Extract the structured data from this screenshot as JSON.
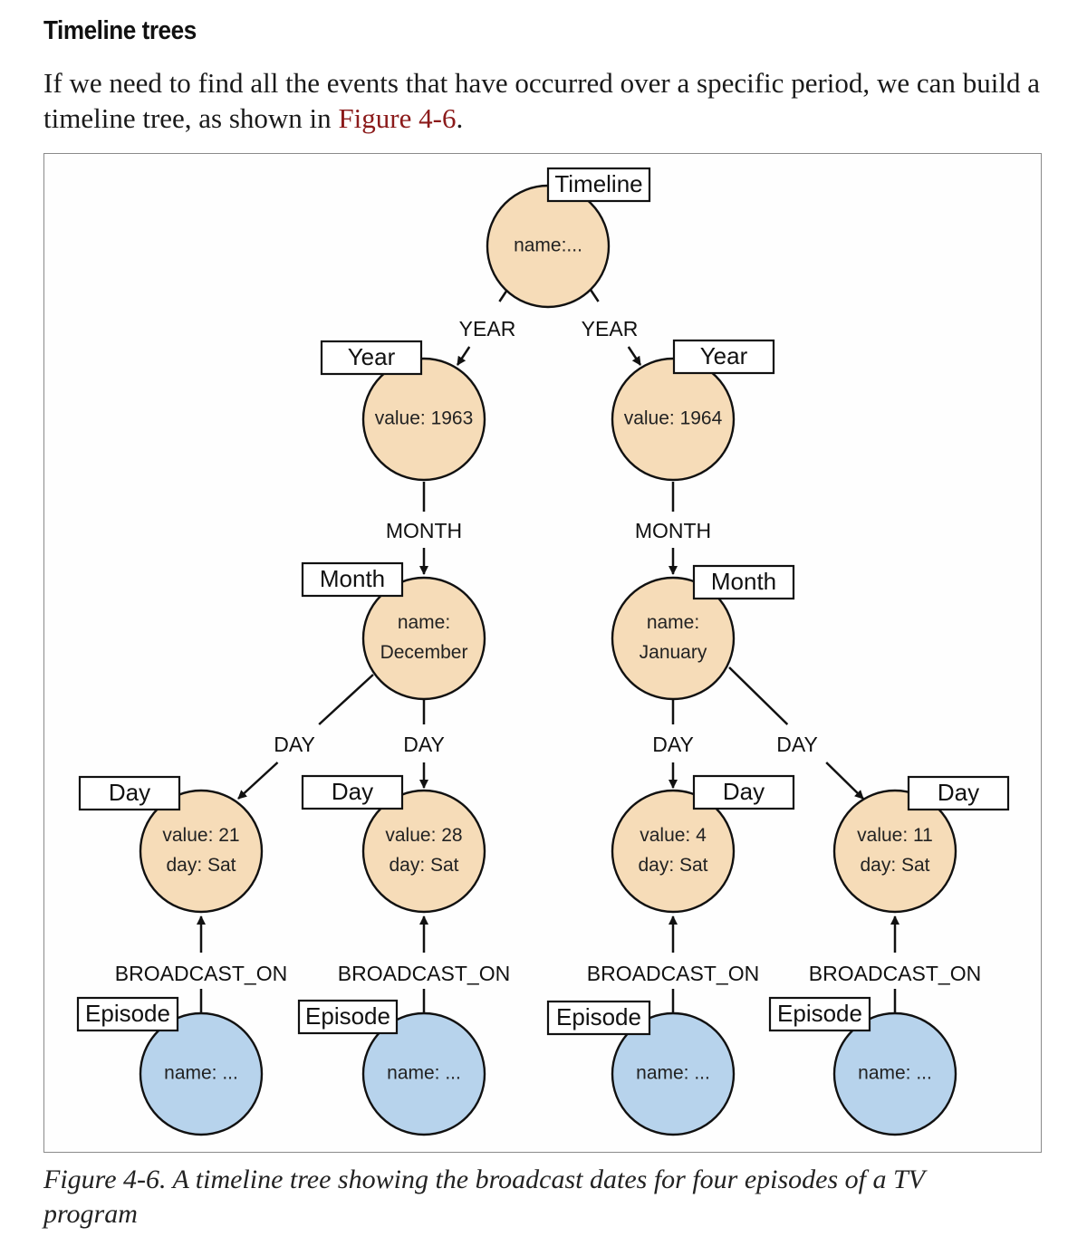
{
  "section": {
    "heading": "Timeline trees",
    "para_text": "If we need to find all the events that have occurred over a specific period, we can build a timeline tree, as shown in ",
    "para_link": "Figure 4-6",
    "para_end": "."
  },
  "figure": {
    "caption": "Figure 4-6. A timeline tree showing the broadcast dates for four episodes of a TV program",
    "colors": {
      "date_node": "#f6dcb8",
      "episode_node": "#b7d3ec",
      "link": "#8b1a1a"
    },
    "nodes": {
      "timeline": {
        "label": "Timeline",
        "lines": [
          "name:..."
        ]
      },
      "year1963": {
        "label": "Year",
        "lines": [
          "value: 1963"
        ]
      },
      "year1964": {
        "label": "Year",
        "lines": [
          "value: 1964"
        ]
      },
      "month_dec": {
        "label": "Month",
        "lines": [
          "name:",
          "December"
        ]
      },
      "month_jan": {
        "label": "Month",
        "lines": [
          "name:",
          "January"
        ]
      },
      "day21": {
        "label": "Day",
        "lines": [
          "value: 21",
          "day: Sat"
        ]
      },
      "day28": {
        "label": "Day",
        "lines": [
          "value: 28",
          "day: Sat"
        ]
      },
      "day4": {
        "label": "Day",
        "lines": [
          "value: 4",
          "day: Sat"
        ]
      },
      "day11": {
        "label": "Day",
        "lines": [
          "value: 11",
          "day: Sat"
        ]
      },
      "ep1": {
        "label": "Episode",
        "lines": [
          "name: ..."
        ]
      },
      "ep2": {
        "label": "Episode",
        "lines": [
          "name: ..."
        ]
      },
      "ep3": {
        "label": "Episode",
        "lines": [
          "name: ..."
        ]
      },
      "ep4": {
        "label": "Episode",
        "lines": [
          "name: ..."
        ]
      }
    },
    "edges": [
      {
        "from": "timeline",
        "to": "year1963",
        "label": "YEAR"
      },
      {
        "from": "timeline",
        "to": "year1964",
        "label": "YEAR"
      },
      {
        "from": "year1963",
        "to": "month_dec",
        "label": "MONTH"
      },
      {
        "from": "year1964",
        "to": "month_jan",
        "label": "MONTH"
      },
      {
        "from": "month_dec",
        "to": "day21",
        "label": "DAY"
      },
      {
        "from": "month_dec",
        "to": "day28",
        "label": "DAY"
      },
      {
        "from": "month_jan",
        "to": "day4",
        "label": "DAY"
      },
      {
        "from": "month_jan",
        "to": "day11",
        "label": "DAY"
      },
      {
        "from": "ep1",
        "to": "day21",
        "label": "BROADCAST_ON"
      },
      {
        "from": "ep2",
        "to": "day28",
        "label": "BROADCAST_ON"
      },
      {
        "from": "ep3",
        "to": "day4",
        "label": "BROADCAST_ON"
      },
      {
        "from": "ep4",
        "to": "day11",
        "label": "BROADCAST_ON"
      }
    ]
  }
}
